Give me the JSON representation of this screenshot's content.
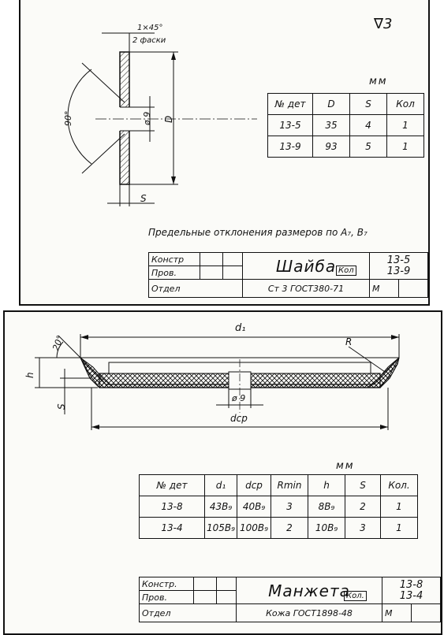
{
  "sheet1": {
    "surface_mark": "∇3",
    "chamfer_label": "1×45°",
    "chamfer_sub": "2 фаски",
    "angle_label": "90°",
    "hole_label": "ø 9",
    "d_label": "D",
    "s_label": "S",
    "units": "мм",
    "table": {
      "headers": [
        "№ дет",
        "D",
        "S",
        "Кол"
      ],
      "rows": [
        [
          "13-5",
          "35",
          "4",
          "1"
        ],
        [
          "13-9",
          "93",
          "5",
          "1"
        ]
      ]
    },
    "note": "Предельные отклонения размеров по A₇, B₇",
    "title_block": {
      "konstr": "Констр",
      "prov": "Пров.",
      "otdel": "Отдел",
      "name": "Шайба",
      "kol": "Кол",
      "num1": "13-5",
      "num2": "13-9",
      "material": "Ст 3 ГОСТ380-71",
      "m": "М"
    }
  },
  "sheet2": {
    "d1_label": "d₁",
    "r_label": "R",
    "angle_label": "20°",
    "h_label": "h",
    "s_label": "S",
    "hole_label": "ø 9",
    "dcp_label": "dср",
    "units": "мм",
    "table": {
      "headers": [
        "№ дет",
        "d₁",
        "dср",
        "Rmin",
        "h",
        "S",
        "Кол."
      ],
      "rows": [
        [
          "13-8",
          "43B₉",
          "40B₉",
          "3",
          "8B₉",
          "2",
          "1"
        ],
        [
          "13-4",
          "105B₉",
          "100B₉",
          "2",
          "10B₉",
          "3",
          "1"
        ]
      ]
    },
    "title_block": {
      "konstr": "Констр.",
      "prov": "Пров.",
      "otdel": "Отдел",
      "name": "Манжета",
      "kol": "Кол.",
      "num1": "13-8",
      "num2": "13-4",
      "material": "Кожа ГОСТ1898-48",
      "m": "М"
    }
  }
}
